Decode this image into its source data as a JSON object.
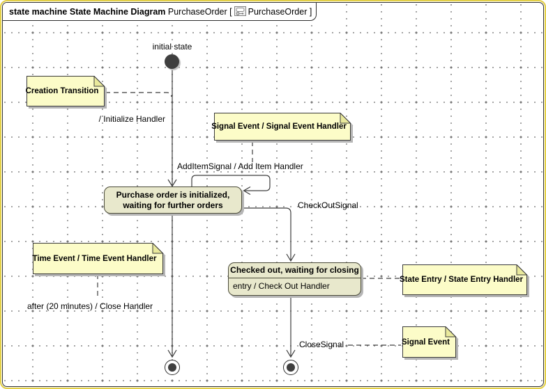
{
  "header": {
    "type_label": "state machine",
    "diagram_name": "State Machine Diagram",
    "context_name": "PurchaseOrder [",
    "element_name": "PurchaseOrder",
    "close_bracket": "]"
  },
  "nodes": {
    "initial_label": "initial state",
    "purchase_state_line1": "Purchase order is initialized,",
    "purchase_state_line2": "waiting for further orders",
    "checked_state_title": "Checked out, waiting for closing",
    "checked_state_entry": "entry / Check Out Handler"
  },
  "transitions": {
    "initialize_label": "/ Initialize Handler",
    "add_item_label": "AddItemSignal / Add Item Handler",
    "check_out_label": "CheckOutSignal",
    "after_close_label": "after (20 minutes) / Close Handler",
    "close_signal_label": "CloseSignal"
  },
  "notes": {
    "creation": "Creation Transition",
    "signal_event_handler": "Signal Event / Signal Event Handler",
    "time_event": "Time Event / Time Event Handler",
    "state_entry": "State Entry / State Entry Handler",
    "signal_event": "Signal Event"
  },
  "colors": {
    "note_fill": "#fcfcc8",
    "note_fold": "#e9e99c",
    "state_fill": "#e8e8cc",
    "outer_border": "#e3cf45",
    "frame_border": "#2e2e2e",
    "line": "#3c3c3c",
    "shadow": "#b6b6b6",
    "node_fill": "#3f3f3f"
  }
}
